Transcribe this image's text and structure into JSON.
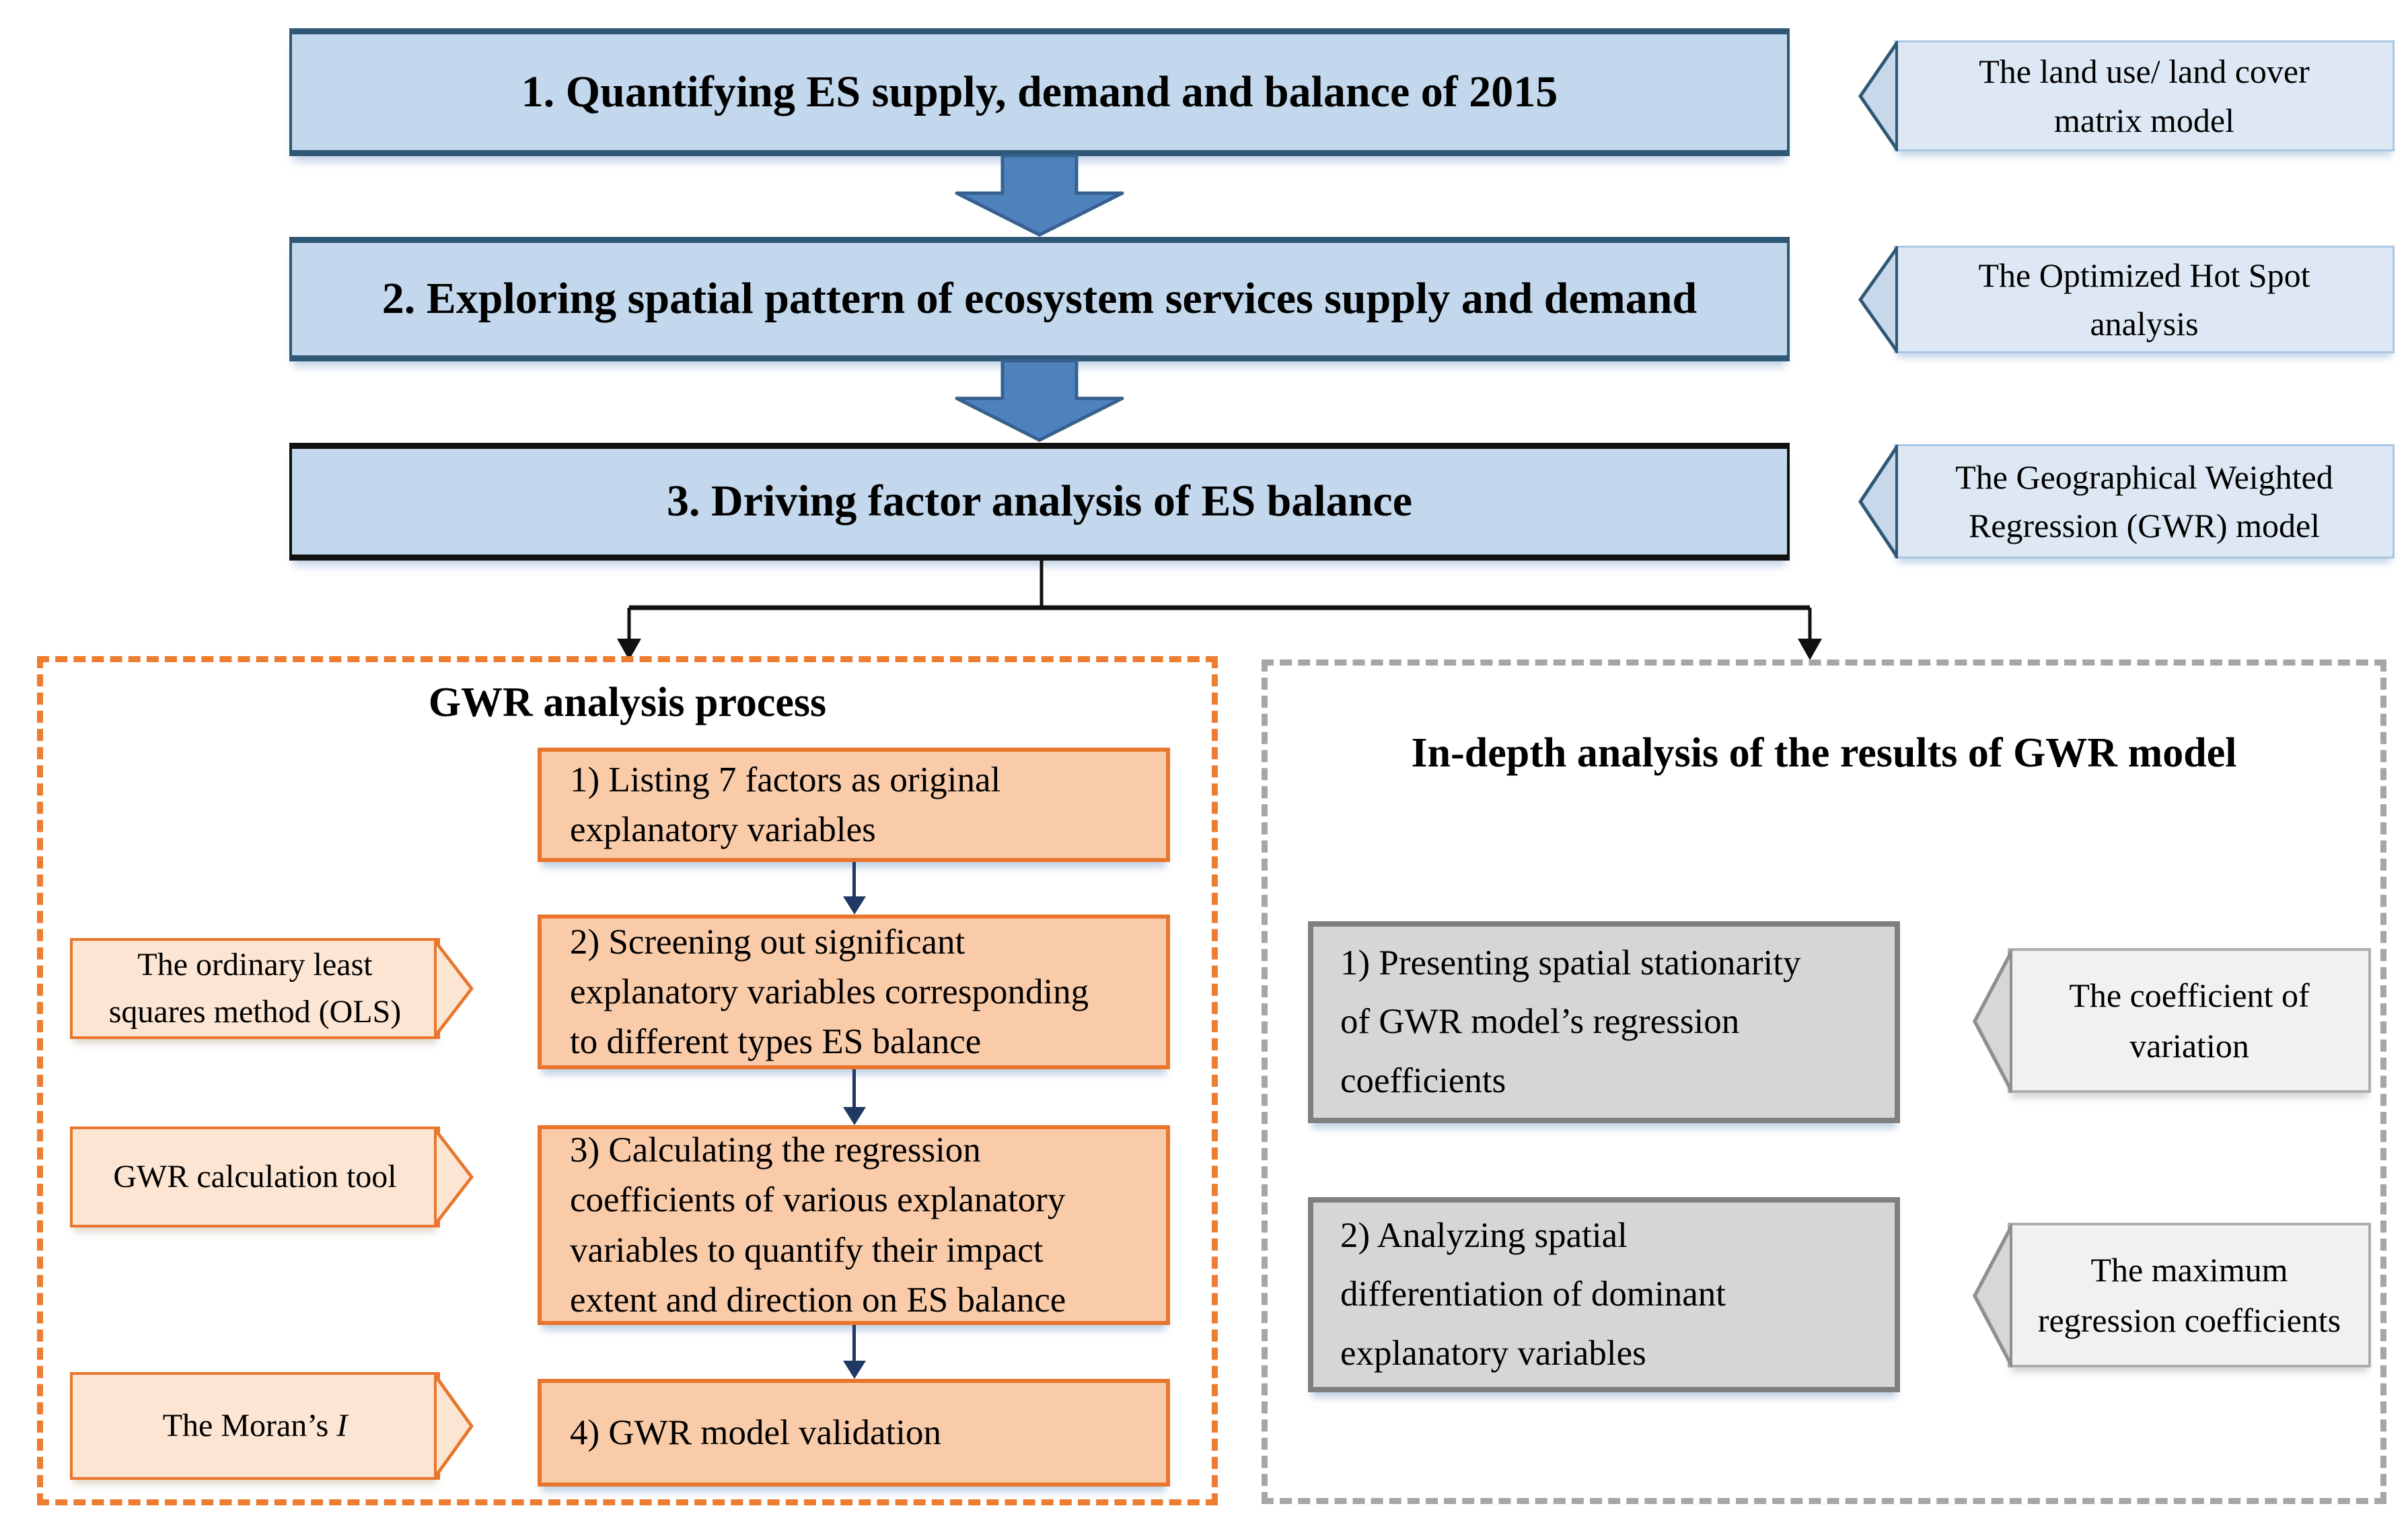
{
  "figure": {
    "type": "methodology-flowchart"
  },
  "colors": {
    "blue_box_fill": "#C3D8EC",
    "blue_box_border": "#2F5876",
    "blue_callout_fill": "#DEE8F4",
    "block_arrow_fill": "#4F81BD",
    "orange_accent": "#ED7D31",
    "orange_box_fill": "#FACBA8",
    "peach_callout_fill": "#FCE5D2",
    "navy_arrow": "#1F3864",
    "gray_box_fill": "#D6D6D6",
    "gray_box_border": "#7F7F7F",
    "gray_callout_fill": "#F1F1F1",
    "gray_dash_border": "#A6A6A6"
  },
  "flow": {
    "steps": [
      {
        "label": "1. Quantifying ES supply, demand and balance of 2015",
        "callout_lines": [
          "The land use/ land cover",
          "matrix model"
        ]
      },
      {
        "label": "2. Exploring spatial pattern of ecosystem services supply and demand",
        "callout_lines": [
          "The Optimized Hot Spot",
          "analysis"
        ]
      },
      {
        "label": "3. Driving factor analysis of ES balance",
        "callout_lines": [
          "The Geographical Weighted",
          "Regression (GWR) model"
        ]
      }
    ]
  },
  "gwr_process": {
    "title": "GWR analysis process",
    "steps": [
      {
        "lines": [
          "1) Listing 7 factors as original",
          "explanatory variables"
        ]
      },
      {
        "lines": [
          "2) Screening out significant",
          "explanatory variables corresponding",
          "to different types ES balance"
        ]
      },
      {
        "lines": [
          "3) Calculating the regression",
          "coefficients of various explanatory",
          "variables to quantify their impact",
          "extent and direction on ES balance"
        ]
      },
      {
        "lines": [
          "4) GWR model validation"
        ]
      }
    ],
    "side_callouts": [
      {
        "lines": [
          "The ordinary least",
          "squares method (OLS)"
        ]
      },
      {
        "lines": [
          "GWR calculation tool"
        ]
      },
      {
        "text": "The Moran’s",
        "symbol": "I"
      }
    ]
  },
  "indepth": {
    "title": "In-depth analysis of the results of GWR model",
    "steps": [
      {
        "lines": [
          "1) Presenting spatial stationarity",
          "of GWR model’s regression",
          "coefficients"
        ]
      },
      {
        "lines": [
          "2) Analyzing spatial",
          "differentiation of dominant",
          "explanatory variables"
        ]
      }
    ],
    "side_callouts": [
      {
        "lines": [
          "The coefficient of",
          "variation"
        ]
      },
      {
        "lines": [
          "The maximum",
          "regression coefficients"
        ]
      }
    ]
  }
}
